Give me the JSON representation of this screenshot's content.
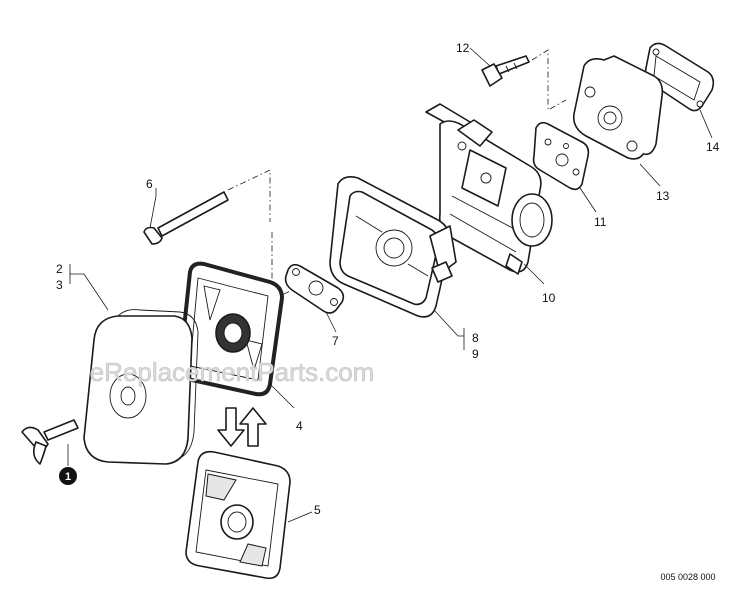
{
  "diagram": {
    "labels": {
      "n1": "1",
      "n2": "2",
      "n3": "3",
      "n4": "4",
      "n5": "5",
      "n6": "6",
      "n7": "7",
      "n8": "8",
      "n9": "9",
      "n10": "10",
      "n11": "11",
      "n12": "12",
      "n13": "13",
      "n14": "14"
    },
    "watermark": "eReplacementParts.com",
    "drawing_code": "005 0028 000"
  }
}
